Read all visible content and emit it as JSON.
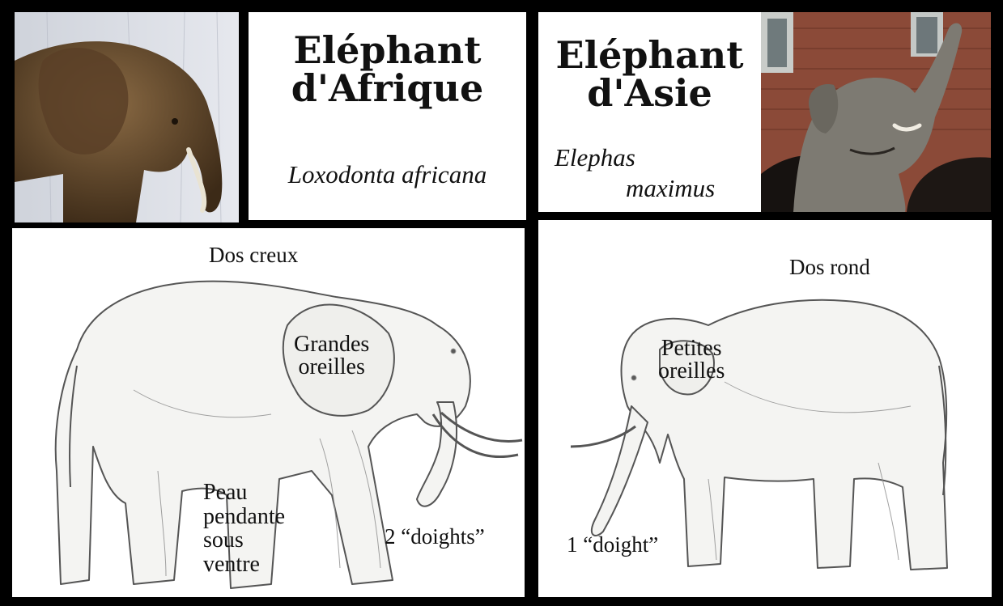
{
  "african": {
    "title_line1": "Eléphant",
    "title_line2": "d'Afrique",
    "scientific_name": "Loxodonta africana",
    "back_label": "Dos creux",
    "ear_label_line1": "Grandes",
    "ear_label_line2": "oreilles",
    "skin_label_line1": "Peau",
    "skin_label_line2": "pendante",
    "skin_label_line3": "sous",
    "skin_label_line4": "ventre",
    "trunk_label": "2 “doights”"
  },
  "asian": {
    "title_line1": "Eléphant",
    "title_line2": "d'Asie",
    "scientific_line1": "Elephas",
    "scientific_line2": "maximus",
    "back_label": "Dos rond",
    "ear_label_line1": "Petites",
    "ear_label_line2": "oreilles",
    "trunk_label": "1 “doight”"
  },
  "colors": {
    "frame": "#000000",
    "panel": "#ffffff",
    "sketch": "#555555"
  }
}
